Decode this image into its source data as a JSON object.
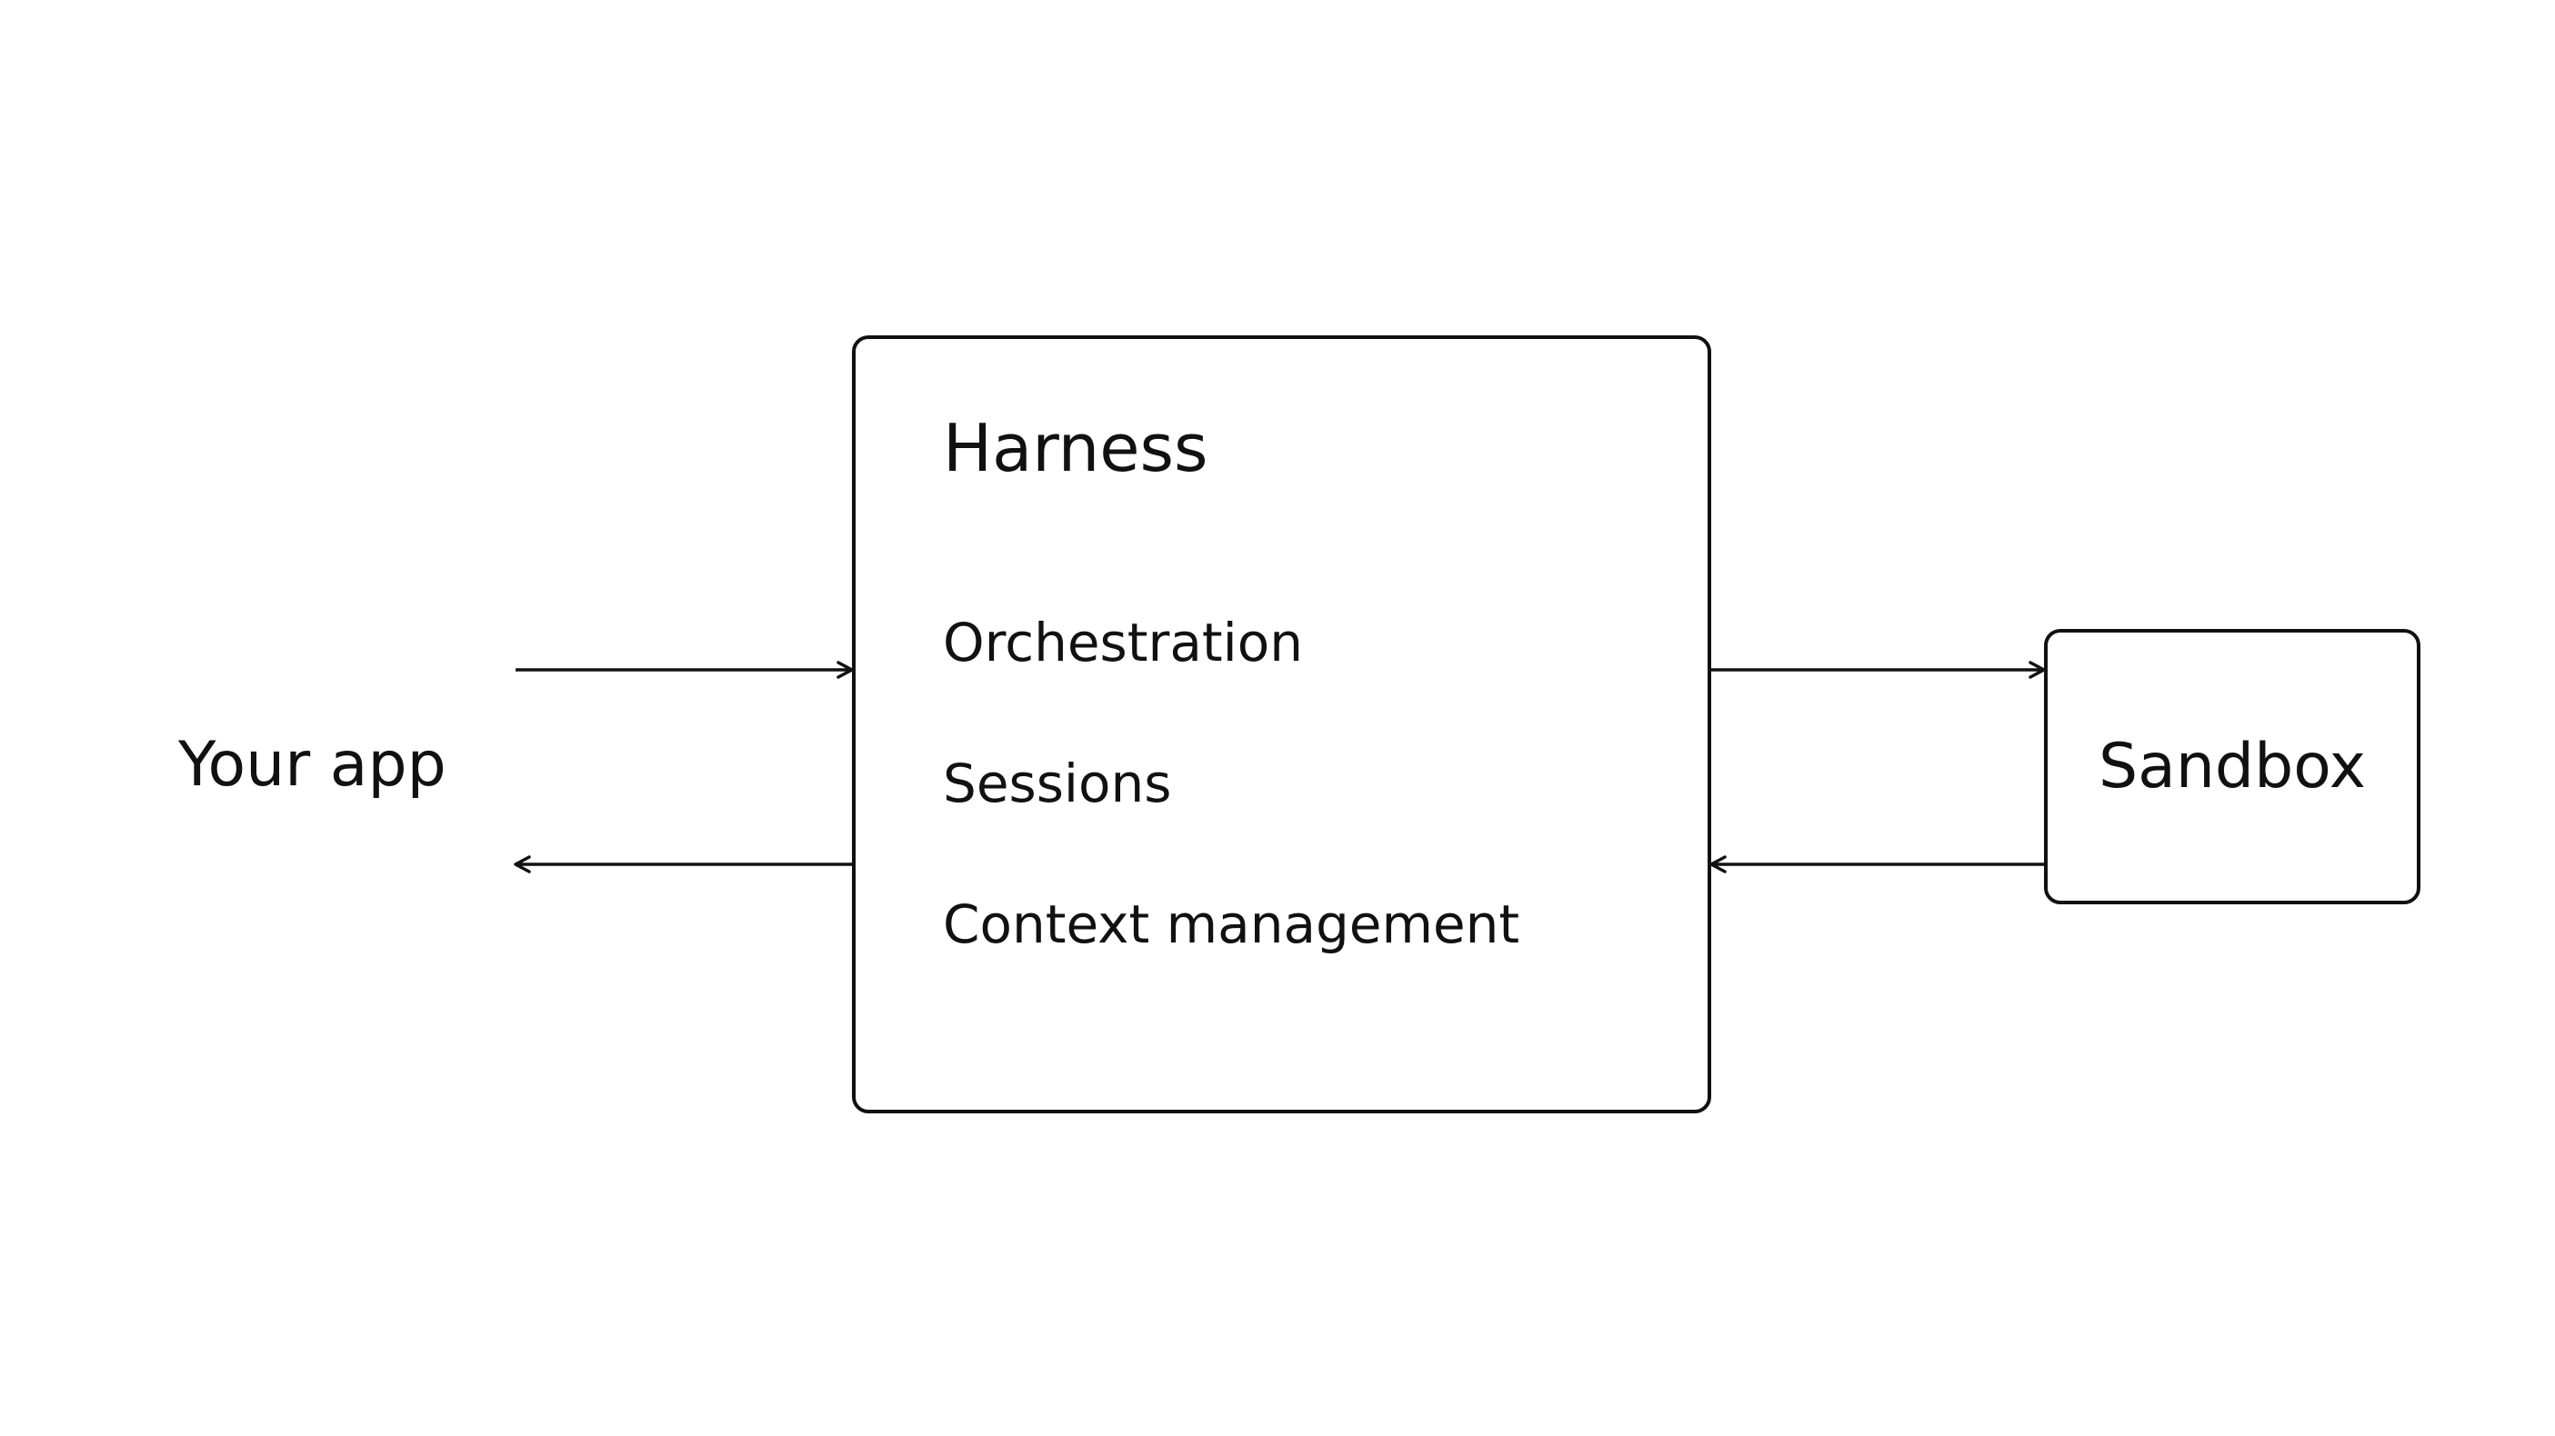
{
  "app_node": {
    "label": "Your app"
  },
  "harness": {
    "title": "Harness",
    "items": [
      {
        "label": "Orchestration"
      },
      {
        "label": "Sessions"
      },
      {
        "label": "Context management"
      }
    ]
  },
  "sandbox": {
    "label": "Sandbox"
  },
  "edges": [
    {
      "from": "Your app",
      "to": "Harness"
    },
    {
      "from": "Harness",
      "to": "Your app"
    },
    {
      "from": "Harness",
      "to": "Sandbox"
    },
    {
      "from": "Sandbox",
      "to": "Harness"
    }
  ],
  "colors": {
    "stroke": "#111111",
    "background": "#ffffff",
    "text": "#111111"
  }
}
